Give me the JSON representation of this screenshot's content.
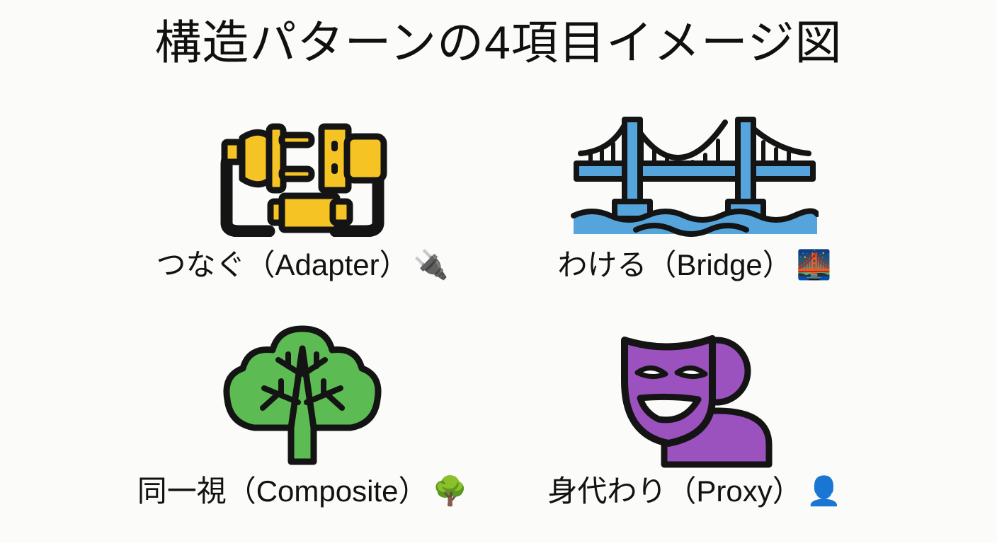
{
  "slide": {
    "title": "構造パターンの4項目イメージ図",
    "background_color": "#fbfbf9",
    "text_color": "#121212"
  },
  "items": [
    {
      "id": "adapter",
      "caption": "つなぐ（Adapter）",
      "emoji": "🔌",
      "emoji_name": "electric-plug-emoji",
      "illustration": "plug-and-socket-adapter",
      "color": "#f5c324",
      "outline_color": "#141414"
    },
    {
      "id": "bridge",
      "caption": "わける（Bridge）",
      "emoji": "🌉",
      "emoji_name": "bridge-at-night-emoji",
      "illustration": "suspension-bridge-over-water",
      "color": "#55a5dc",
      "outline_color": "#141414"
    },
    {
      "id": "composite",
      "caption": "同一視（Composite）",
      "emoji": "🌳",
      "emoji_name": "deciduous-tree-emoji",
      "illustration": "tree-with-branches",
      "color": "#5cbb52",
      "outline_color": "#141414"
    },
    {
      "id": "proxy",
      "caption": "身代わり（Proxy）",
      "emoji": "👤",
      "emoji_name": "bust-in-silhouette-emoji",
      "illustration": "theater-mask-over-person",
      "color": "#9b51be",
      "outline_color": "#141414"
    }
  ]
}
